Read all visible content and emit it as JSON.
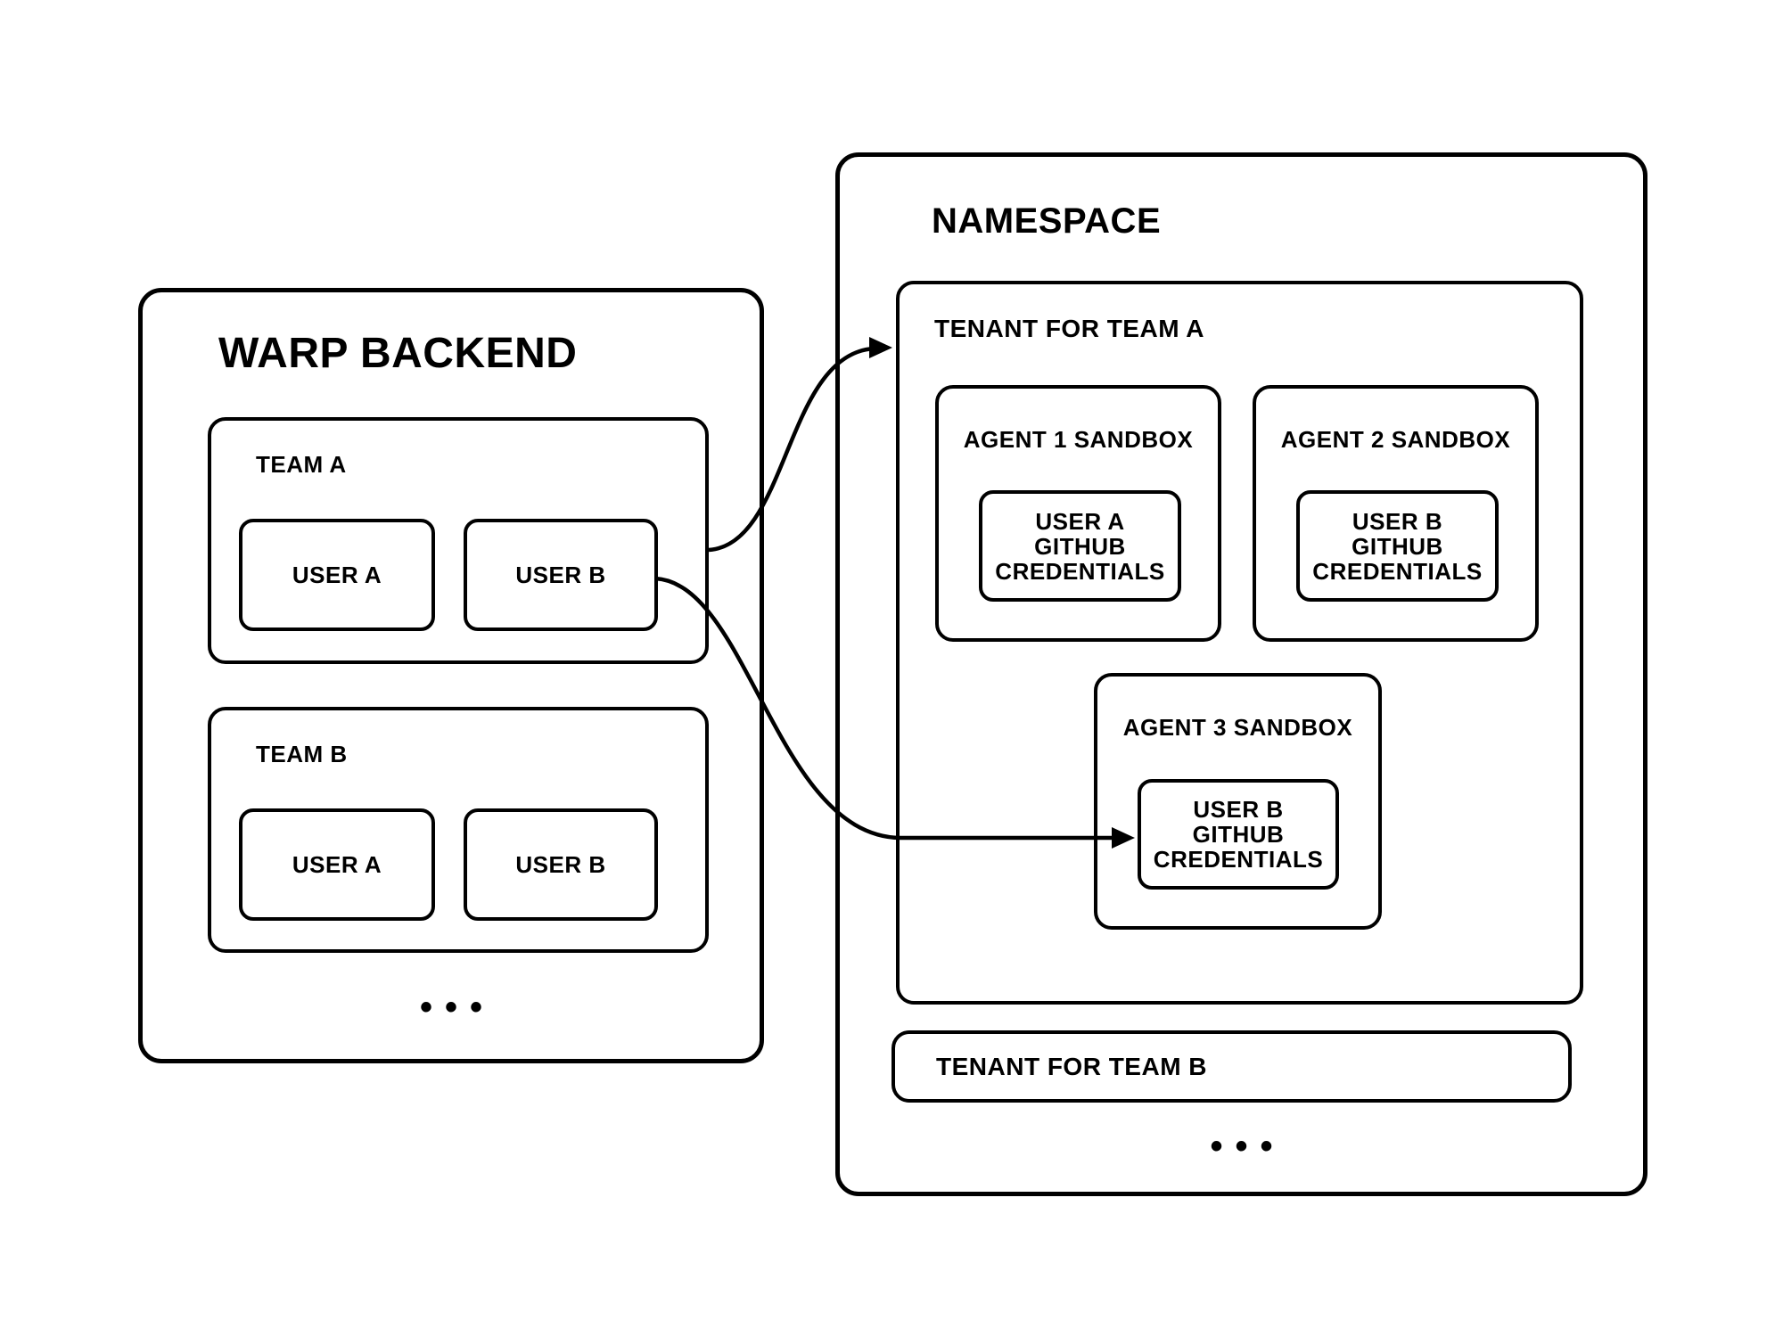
{
  "diagram": {
    "background": "#ffffff",
    "line_color": "#000000"
  },
  "warp_backend": {
    "title": "WARP BACKEND",
    "ellipsis": "•••",
    "teams": [
      {
        "label": "TEAM A",
        "users": [
          "USER A",
          "USER B"
        ]
      },
      {
        "label": "TEAM B",
        "users": [
          "USER A",
          "USER B"
        ]
      }
    ]
  },
  "namespace": {
    "title": "NAMESPACE",
    "ellipsis": "•••",
    "tenants": [
      {
        "label": "TENANT FOR TEAM A",
        "sandboxes": [
          {
            "label": "AGENT 1 SANDBOX",
            "credential": "USER A GITHUB CREDENTIALS"
          },
          {
            "label": "AGENT 2 SANDBOX",
            "credential": "USER B GITHUB CREDENTIALS"
          },
          {
            "label": "AGENT 3 SANDBOX",
            "credential": "USER B GITHUB CREDENTIALS"
          }
        ]
      },
      {
        "label": "TENANT FOR TEAM B",
        "sandboxes": []
      }
    ]
  },
  "connections": [
    {
      "from": "TEAM A",
      "to": "TENANT FOR TEAM A"
    },
    {
      "from": "USER B (TEAM A)",
      "to": "USER B GITHUB CREDENTIALS (AGENT 3 SANDBOX)"
    }
  ]
}
